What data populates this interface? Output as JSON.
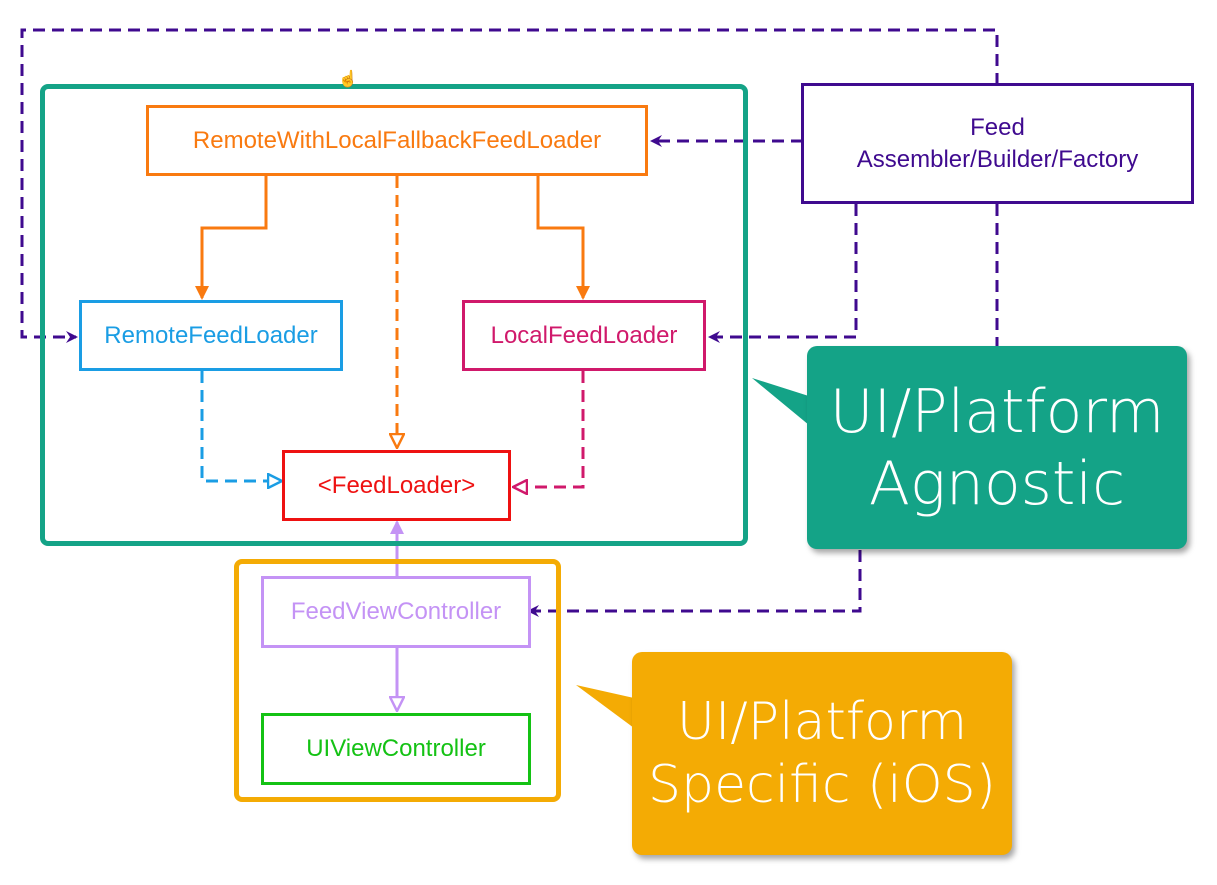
{
  "colors": {
    "purple": "#3f0a8f",
    "teal": "#14a387",
    "orange": "#f97a10",
    "blue": "#1a9de4",
    "magenta": "#d0196b",
    "red": "#ee1111",
    "lavender": "#c493f5",
    "amber": "#f4ab04",
    "green": "#14c214"
  },
  "nodes": {
    "composite": "RemoteWithLocalFallbackFeedLoader",
    "remote": "RemoteFeedLoader",
    "local": "LocalFeedLoader",
    "feed_loader": "<FeedLoader>",
    "feed_vc": "FeedViewController",
    "ui_vc": "UIViewController",
    "builder_line1": "Feed",
    "builder_line2": "Assembler/Builder/Factory"
  },
  "callouts": {
    "agnostic_line1": "UI/Platform",
    "agnostic_line2": "Agnostic",
    "specific_line1": "UI/Platform",
    "specific_line2": "Specific (iOS)"
  }
}
